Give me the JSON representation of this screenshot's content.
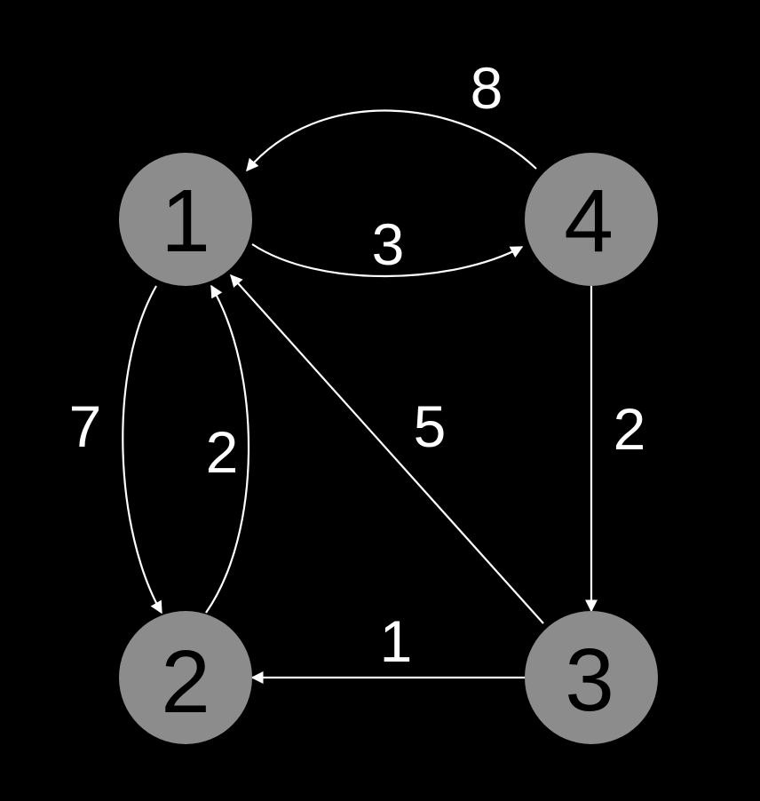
{
  "colors": {
    "background": "#000000",
    "node_fill": "#8c8c8c",
    "node_text": "#000000",
    "edge": "#ffffff",
    "edge_text": "#ffffff"
  },
  "nodes": [
    {
      "id": "1",
      "label": "1"
    },
    {
      "id": "4",
      "label": "4"
    },
    {
      "id": "2",
      "label": "2"
    },
    {
      "id": "3",
      "label": "3"
    }
  ],
  "edges": [
    {
      "from": "4",
      "to": "1",
      "weight": "8"
    },
    {
      "from": "1",
      "to": "4",
      "weight": "3"
    },
    {
      "from": "1",
      "to": "2",
      "weight": "7"
    },
    {
      "from": "2",
      "to": "1",
      "weight": "2"
    },
    {
      "from": "3",
      "to": "1",
      "weight": "5"
    },
    {
      "from": "4",
      "to": "3",
      "weight": "2"
    },
    {
      "from": "3",
      "to": "2",
      "weight": "1"
    }
  ]
}
